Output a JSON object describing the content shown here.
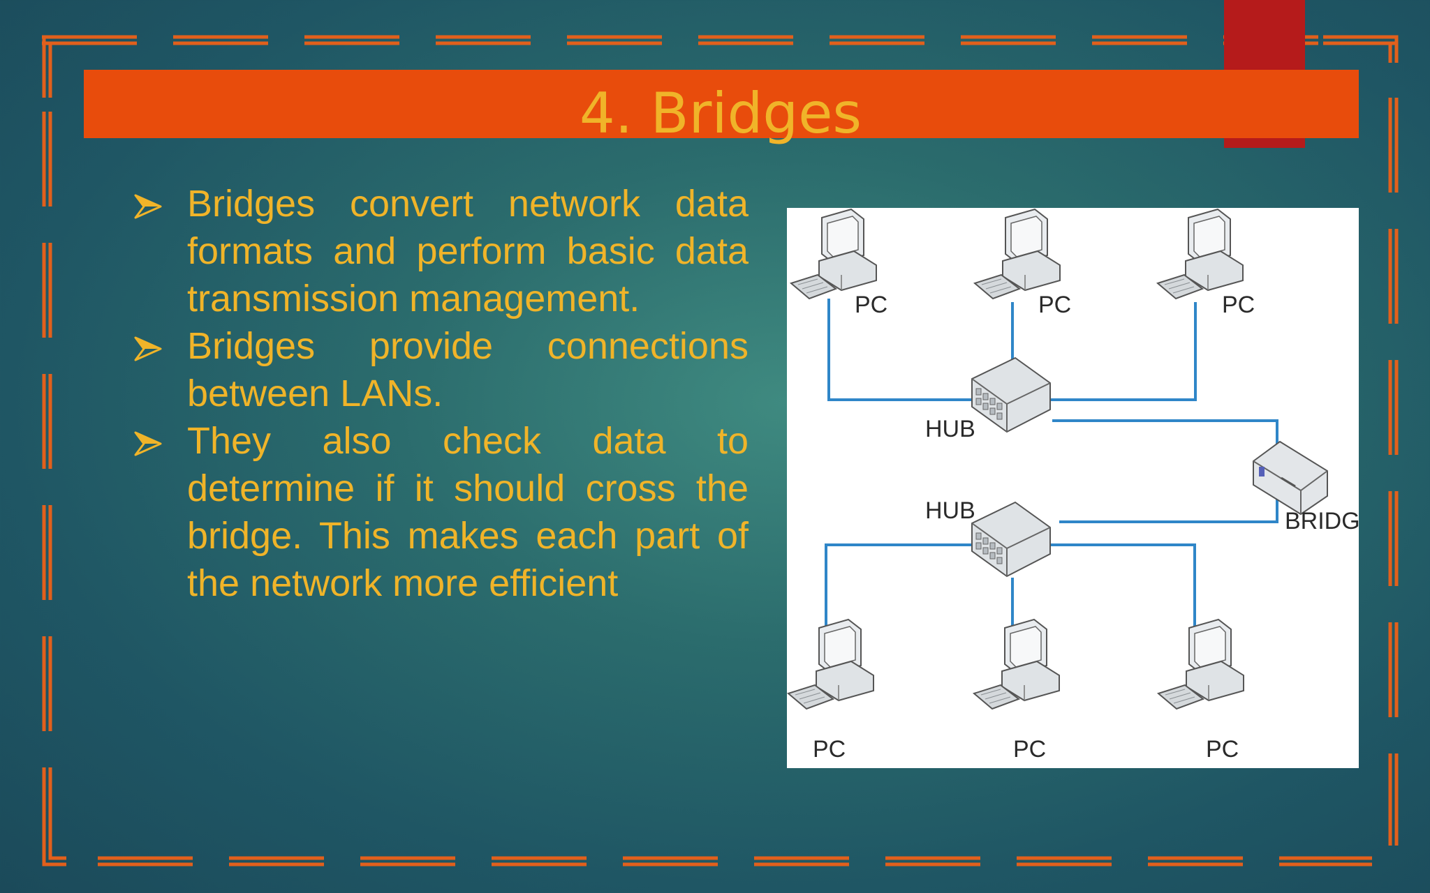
{
  "slide": {
    "title": "4. Bridges",
    "colors": {
      "title_bar": "#e84c0c",
      "title_text": "#f0b429",
      "accent_tab": "#b51b1b",
      "frame": "#e2601c",
      "background": "#2b6c6d"
    },
    "bullet_icon": "arrowhead-bullet-icon",
    "bullets": [
      "Bridges convert network data formats and perform basic data transmission management.",
      "Bridges provide connections between LANs.",
      "They also check data to determine if it should cross the bridge. This makes each part of the network more efficient"
    ]
  },
  "diagram": {
    "labels": {
      "pc_top_left": "PC",
      "pc_top_mid": "PC",
      "pc_top_right": "PC",
      "hub_top": "HUB",
      "hub_bottom": "HUB",
      "bridge": "BRIDGE",
      "pc_bottom_left": "PC",
      "pc_bottom_mid": "PC",
      "pc_bottom_right": "PC"
    },
    "link_color": "#2f86c8"
  }
}
